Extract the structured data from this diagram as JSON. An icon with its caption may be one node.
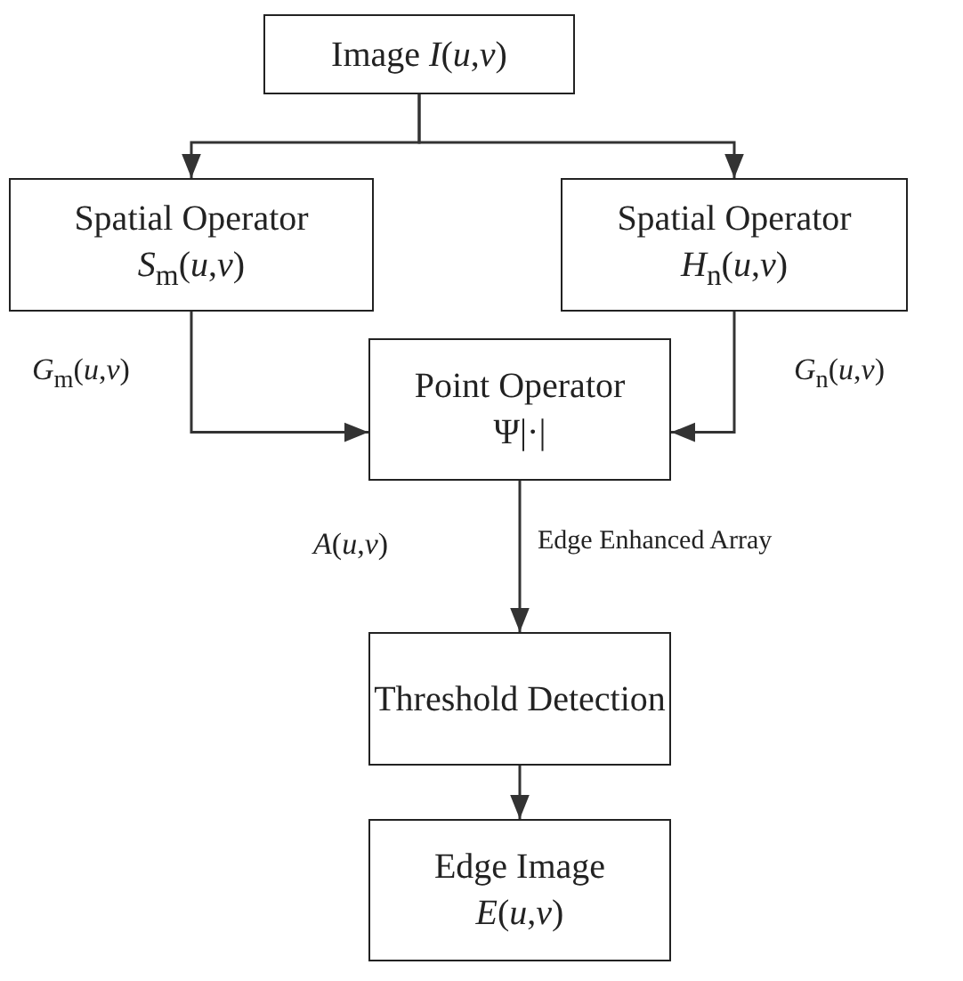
{
  "diagram": {
    "nodes": [
      {
        "text": [
          "Image *I*(*u*,*v*)"
        ]
      },
      {
        "text": [
          "Spatial Operator",
          "*S*$_{m}$(*u*,*v*)"
        ]
      },
      {
        "text": [
          "Spatial Operator",
          "*H*$_{n}$(*u*,*v*)"
        ]
      },
      {
        "text": [
          "Point Operator",
          "Ψ|·|"
        ]
      },
      {
        "text": [
          "Threshold Detection"
        ]
      },
      {
        "text": [
          "Edge Image",
          "*E*(*u*,*v*)"
        ]
      }
    ],
    "edges": [
      {
        "from": 0,
        "to": 1,
        "arrow": "to"
      },
      {
        "from": 0,
        "to": 2,
        "arrow": "to"
      },
      {
        "from": 1,
        "to": 3,
        "arrow": "to",
        "label": "*G*$_{m}$(*u*,*v*)"
      },
      {
        "from": 2,
        "to": 3,
        "arrow": "to",
        "label": "*G*$_{n}$(*u*,*v*)"
      },
      {
        "from": 3,
        "to": 4,
        "arrow": "to",
        "label": "*A*(*u*,*v*)"
      },
      {
        "from": 4,
        "to": 5,
        "arrow": "to"
      }
    ],
    "labels": [
      "Edge Enhanced Array"
    ]
  }
}
